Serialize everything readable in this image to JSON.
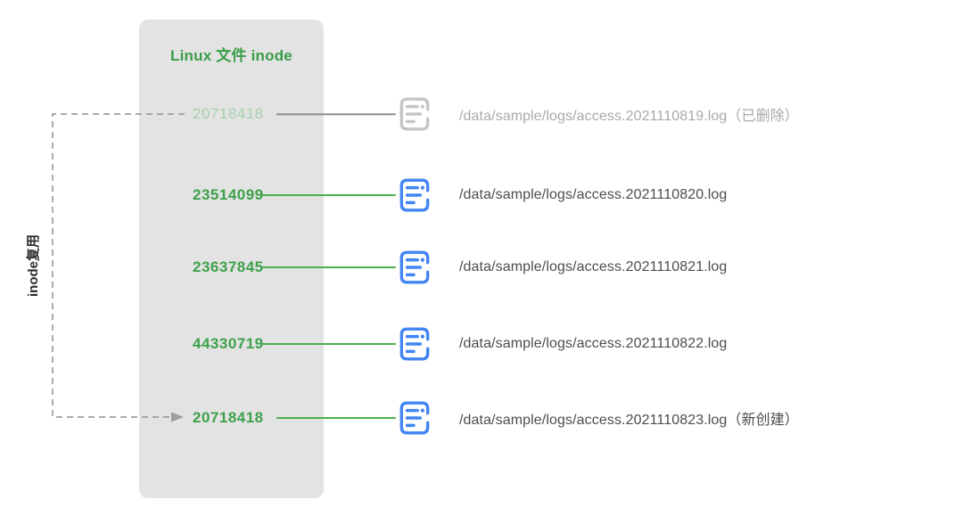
{
  "panel": {
    "title": "Linux 文件 inode"
  },
  "connector": {
    "label": "inode复用",
    "meaning": "inode reuse between first deleted file and newly created file"
  },
  "rows": [
    {
      "inode": "20718418",
      "path": "/data/sample/logs/access.2021110819.log（已删除）",
      "state": "deleted"
    },
    {
      "inode": "23514099",
      "path": "/data/sample/logs/access.2021110820.log",
      "state": "active"
    },
    {
      "inode": "23637845",
      "path": "/data/sample/logs/access.2021110821.log",
      "state": "active"
    },
    {
      "inode": "44330719",
      "path": "/data/sample/logs/access.2021110822.log",
      "state": "active"
    },
    {
      "inode": "20718418",
      "path": "/data/sample/logs/access.2021110823.log（新创建）",
      "state": "reused"
    }
  ],
  "colors": {
    "green_text": "#3da14b",
    "green_faded": "#a7d0ab",
    "green_line": "#4caf50",
    "blue_icon": "#4285f4",
    "gray_icon": "#c5c5c5",
    "gray_line": "#8c8c8c",
    "dash_gray": "#9e9e9e",
    "panel_bg": "#e3e3e3",
    "path_text": "#4d4d4d",
    "muted_text": "#a9a9a9"
  }
}
